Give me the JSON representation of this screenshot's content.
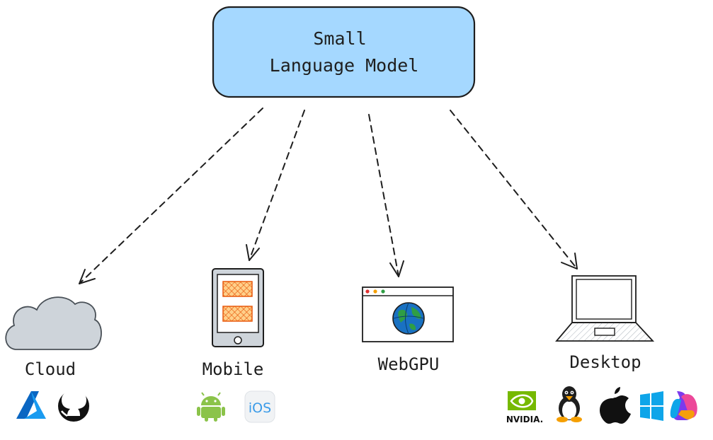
{
  "model_box": {
    "line1": "Small",
    "line2": "Language Model",
    "fill": "#a5d8ff",
    "stroke": "#1e1e1e"
  },
  "targets": [
    {
      "id": "cloud",
      "label": "Cloud",
      "icon": "cloud-icon",
      "logos": [
        "azure-logo",
        "github-logo"
      ]
    },
    {
      "id": "mobile",
      "label": "Mobile",
      "icon": "phone-icon",
      "logos": [
        "android-logo",
        "ios-logo"
      ]
    },
    {
      "id": "webgpu",
      "label": "WebGPU",
      "icon": "browser-icon",
      "logos": []
    },
    {
      "id": "desktop",
      "label": "Desktop",
      "icon": "laptop-icon",
      "logos": [
        "nvidia-logo",
        "linux-logo",
        "apple-logo",
        "windows-logo",
        "copilot-logo"
      ]
    }
  ],
  "logos": {
    "ios": "iOS",
    "nvidia": "NVIDIA."
  },
  "edge_style": "dashed",
  "colors": {
    "cloud": "#ced4da",
    "phone_screen": "#ffd08a",
    "browser_dots": [
      "#e03131",
      "#f59f00",
      "#2f9e44"
    ],
    "globe": "#1971c2",
    "azure": "#0078d4",
    "android": "#8bc34a",
    "nvidia": "#76b900",
    "windows": "#0ea5e9"
  }
}
